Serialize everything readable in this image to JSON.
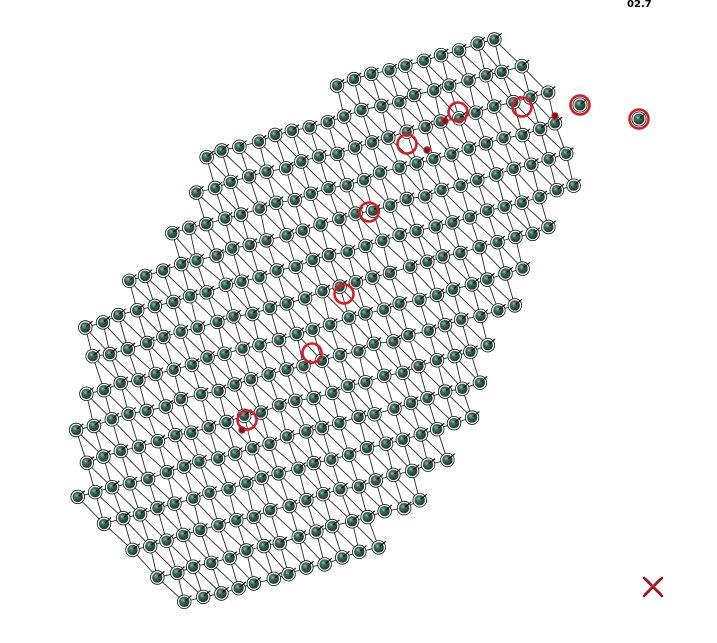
{
  "frame_label": "02.7",
  "colors": {
    "atom_fill": "#1d3b33",
    "atom_ring": "#0a1512",
    "bond": "#2a2a2a",
    "highlight_ring": "#d0202a",
    "close_icon": "#8b1a24",
    "background": "#ffffff"
  },
  "icons": {
    "atom": "sphere-icon",
    "highlight": "red-ring-marker",
    "close": "close-icon"
  },
  "lattice": {
    "type": "triangular",
    "highlighted_count": 9
  }
}
